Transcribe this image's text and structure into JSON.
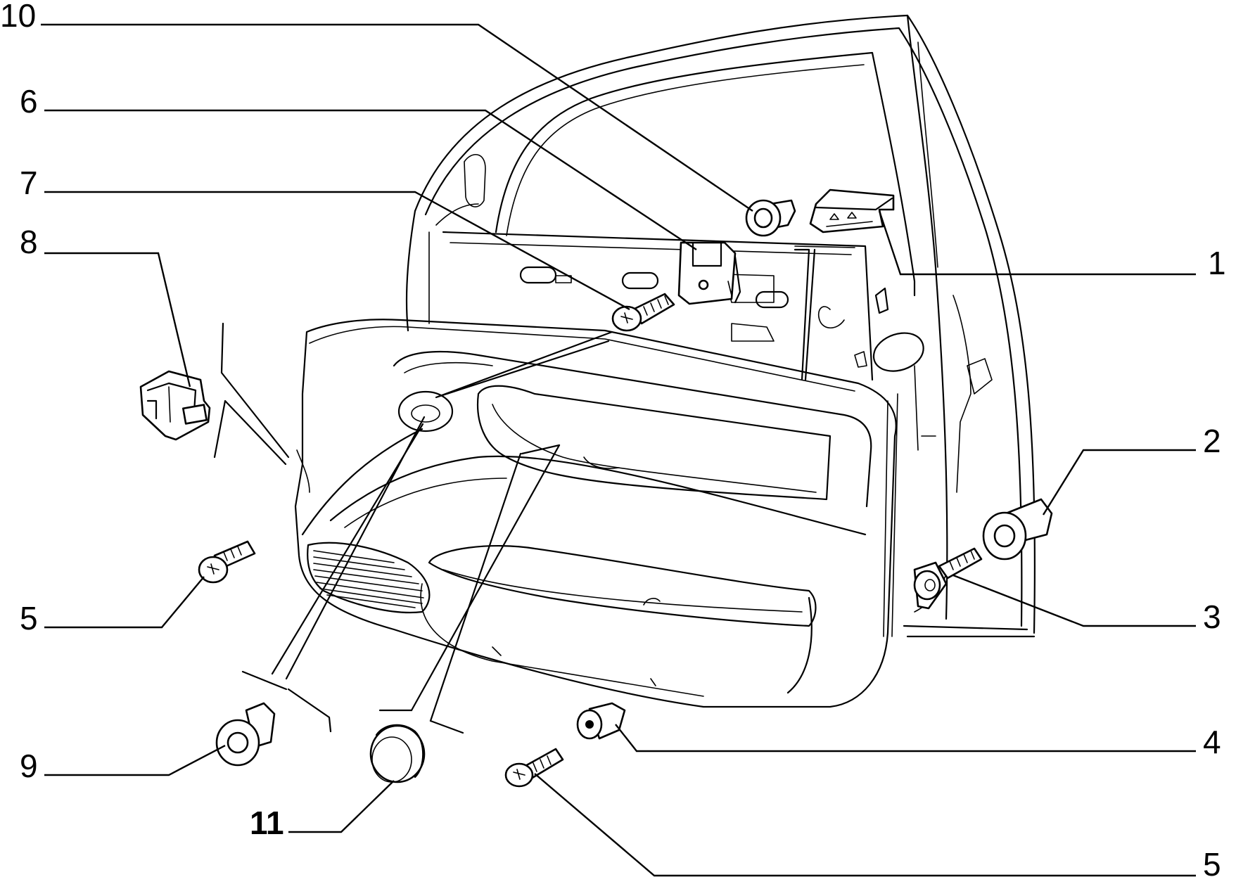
{
  "callouts": {
    "c10": "10",
    "c6": "6",
    "c7": "7",
    "c8": "8",
    "c1": "1",
    "c2": "2",
    "c3": "3",
    "c5a": "5",
    "c4": "4",
    "c9": "9",
    "c11": "11",
    "c5b": "5"
  },
  "colors": {
    "line": "#000000",
    "background": "#ffffff"
  }
}
